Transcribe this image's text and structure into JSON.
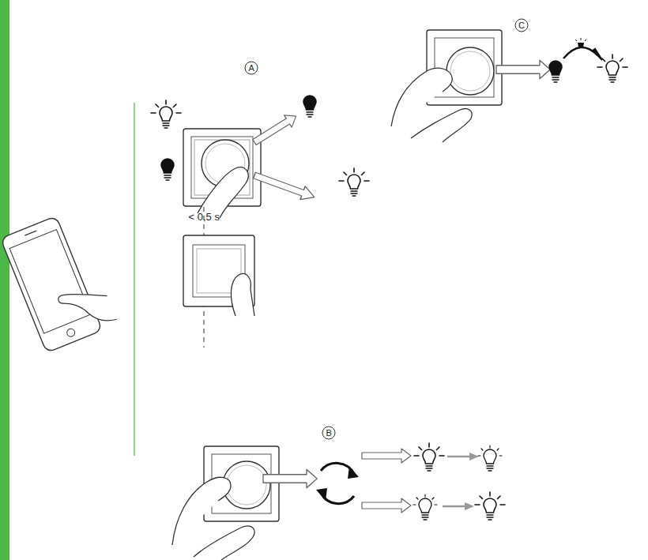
{
  "diagram": {
    "labels": [
      "C",
      "A",
      "< 0,5 s",
      "B"
    ]
  }
}
